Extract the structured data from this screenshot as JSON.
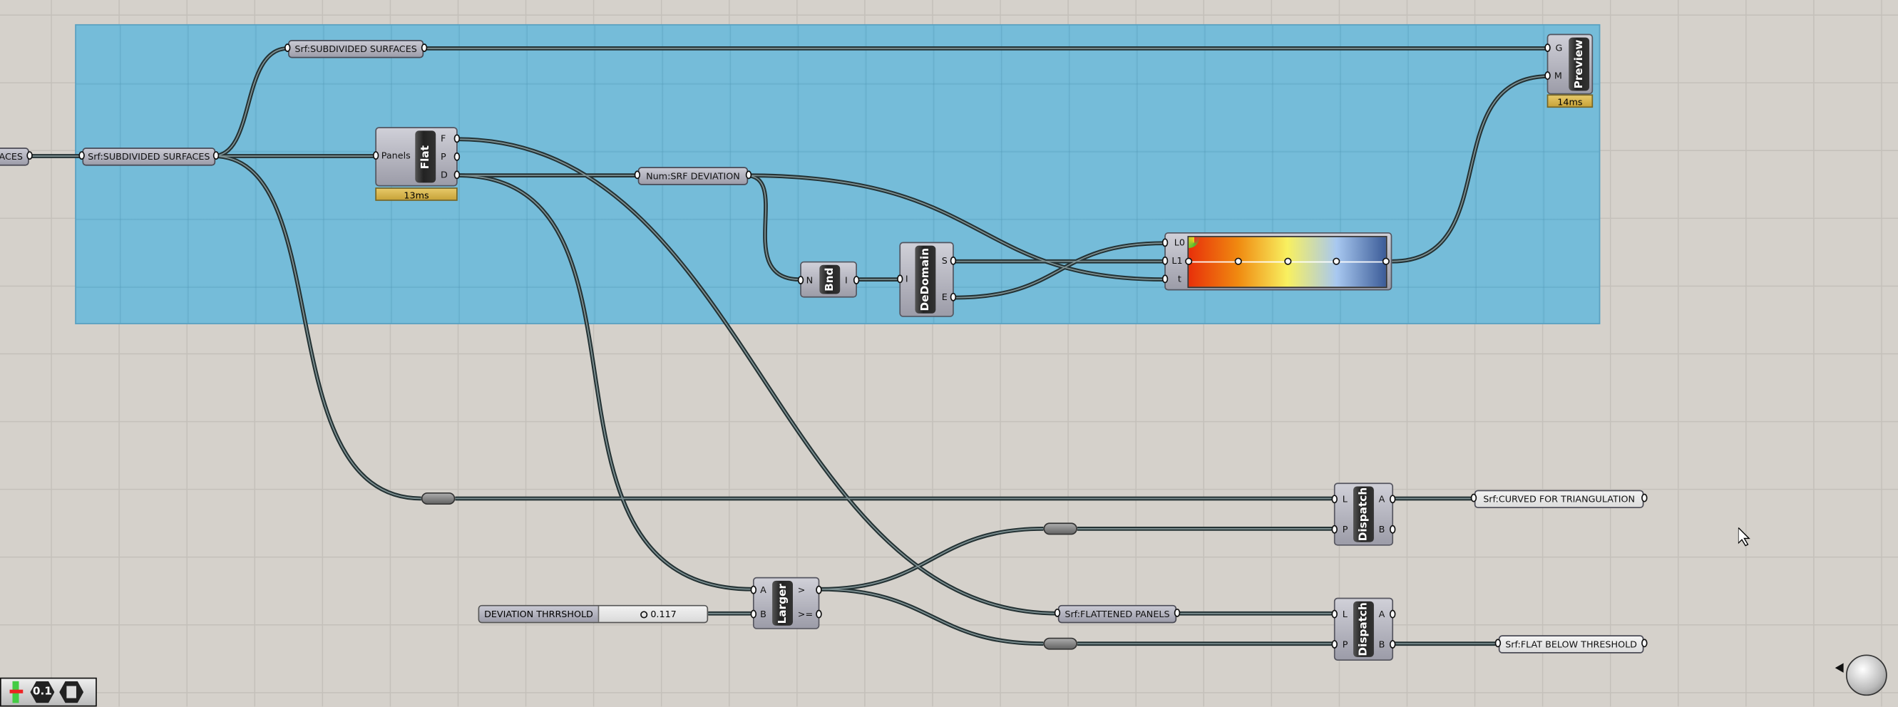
{
  "params": {
    "left_truncated": "ACES",
    "srf_subdivided": "Srf:SUBDIVIDED SURFACES",
    "srf_subdivided_top": "Srf:SUBDIVIDED SURFACES",
    "num_srf_deviation": "Num:SRF DEVIATION",
    "srf_flattened": "Srf:FLATTENED PANELS",
    "srf_curved": "Srf:CURVED FOR TRIANGULATION",
    "srf_flat_below": "Srf:FLAT BELOW THRESHOLD"
  },
  "components": {
    "flat": {
      "title": "Flat",
      "input": "Panels",
      "outputs": [
        "F",
        "P",
        "D"
      ],
      "time": "13ms"
    },
    "bnd": {
      "title": "Bnd",
      "input": "N",
      "output": "I"
    },
    "dedomain": {
      "title": "DeDomain",
      "input": "I",
      "outputs": [
        "S",
        "E"
      ]
    },
    "gradient": {
      "inputs": [
        "L0",
        "L1",
        "t"
      ],
      "colors": [
        "#e8300a",
        "#f08a10",
        "#f8f060",
        "#a8c8f0",
        "#3c5c98"
      ]
    },
    "preview": {
      "title": "Preview",
      "inputs": [
        "G",
        "M"
      ],
      "time": "14ms"
    },
    "larger": {
      "title": "Larger",
      "inputs": [
        "A",
        "B"
      ],
      "outputs": [
        ">",
        ">="
      ]
    },
    "dispatch1": {
      "title": "Dispatch",
      "inputs": [
        "L",
        "P"
      ],
      "outputs": [
        "A",
        "B"
      ]
    },
    "dispatch2": {
      "title": "Dispatch",
      "inputs": [
        "L",
        "P"
      ],
      "outputs": [
        "A",
        "B"
      ]
    }
  },
  "slider": {
    "label": "DEVIATION THRRSHOLD",
    "value": "0.117"
  },
  "group_color": "#78bcd8"
}
